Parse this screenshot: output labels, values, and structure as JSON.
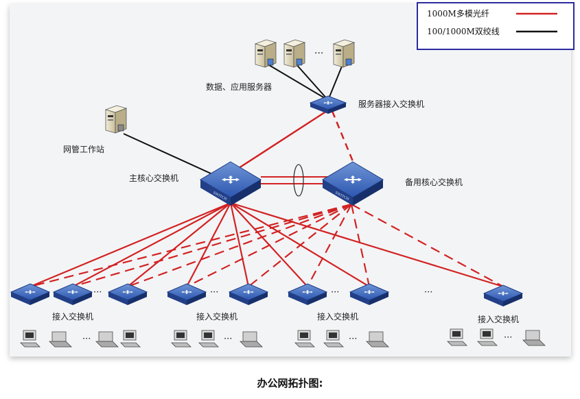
{
  "legend": {
    "fiber_label": "1000M多模光纤",
    "twisted_label": "100/1000M双绞线",
    "fiber_color": "#d22222",
    "twisted_color": "#111111",
    "border_color": "#2a2aa0"
  },
  "labels": {
    "data_servers": "数据、应用服务器",
    "server_access_switch": "服务器接入交换机",
    "nms_workstation": "网管工作站",
    "main_core": "主核心交换机",
    "backup_core": "备用核心交换机",
    "access_switch": "接入交换机",
    "ellipsis": "···"
  },
  "switch_text": "SWITCH",
  "caption": "办公网拓扑图:"
}
